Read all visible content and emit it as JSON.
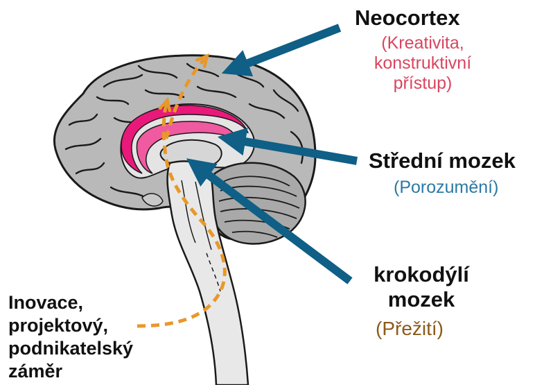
{
  "labels": {
    "neocortex": {
      "title": "Neocortex",
      "note_line1": "(Kreativita,",
      "note_line2": "konstruktivní",
      "note_line3": "přístup)"
    },
    "midbrain": {
      "title": "Střední mozek",
      "note": "(Porozumění)"
    },
    "reptile": {
      "title_line1": "krokodýlí",
      "title_line2": "mozek",
      "note": "(Přežití)"
    },
    "innovation": {
      "line1": "Inovace,",
      "line2": "projektový,",
      "line3": "podnikatelský",
      "line4": "záměr"
    }
  },
  "colors": {
    "cortex_fill": "#b9b9b9",
    "outline": "#1a1a1a",
    "limbic": "#e8197a",
    "arrow_blue": "#0f5f86",
    "arrow_orange": "#e8982a"
  }
}
